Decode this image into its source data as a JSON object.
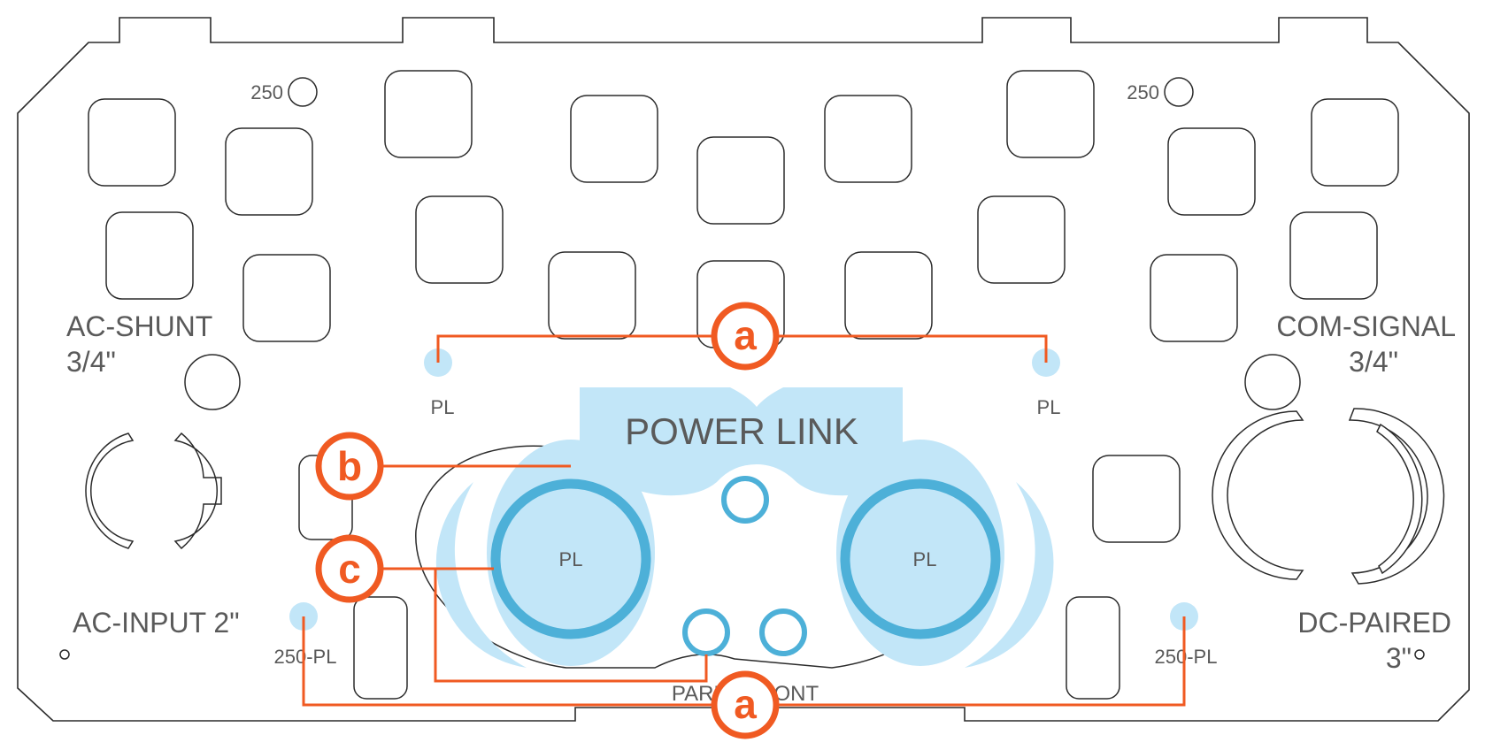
{
  "labels": {
    "ac_shunt": "AC-SHUNT",
    "ac_shunt_size": "3/4\"",
    "com_signal": "COM-SIGNAL",
    "com_signal_size": "3/4\"",
    "ac_input": "AC-INPUT 2\"",
    "dc_paired": "DC-PAIRED",
    "dc_paired_size": "3\"",
    "size_250_left": "250",
    "size_250_right": "250",
    "pl_top_left": "PL",
    "pl_top_right": "PL",
    "pl_bottom_left": "250-PL",
    "pl_bottom_right": "250-PL",
    "pl_ring_left": "PL",
    "pl_ring_right": "PL",
    "power_link": "POWER LINK",
    "park_front": "PARK   FRONT"
  },
  "callouts": {
    "a_top": "a",
    "b": "b",
    "c": "c",
    "a_bottom": "a"
  },
  "colors": {
    "callout": "#f05a22",
    "highlight_fill": "#c2e6f8",
    "highlight_ring": "#4db0d8",
    "outline": "#2b2b2b",
    "label_text": "#5a5a5a"
  }
}
